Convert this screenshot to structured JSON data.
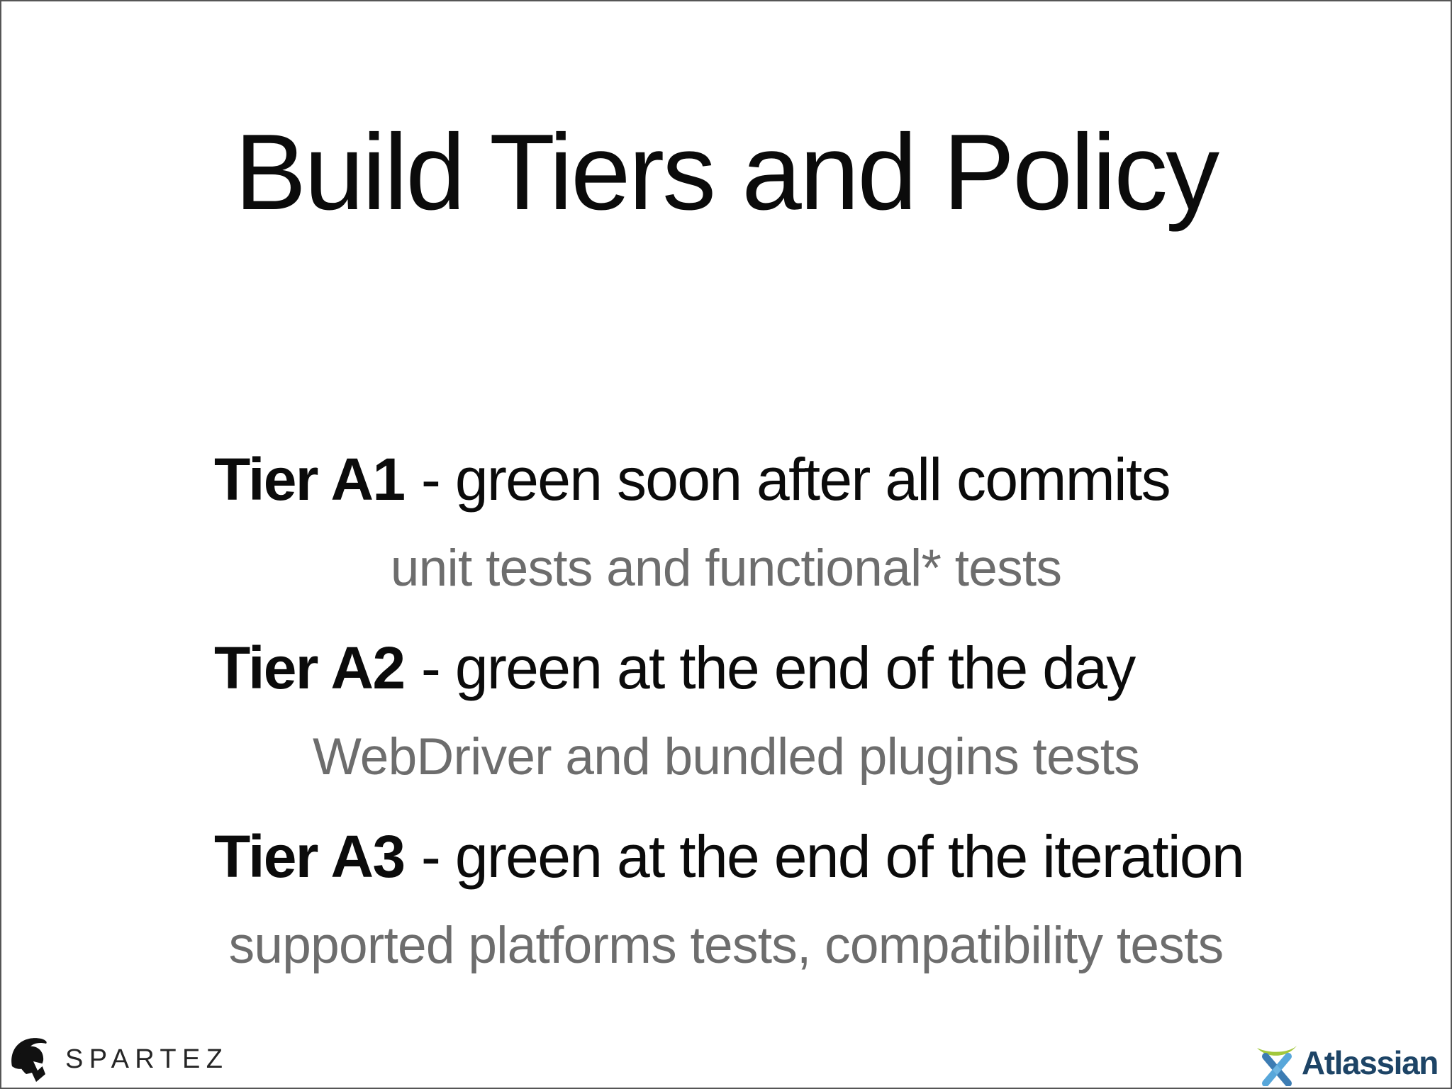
{
  "slide": {
    "title": "Build Tiers and Policy",
    "tiers": [
      {
        "name": "Tier A1",
        "policy": "- green soon after all commits",
        "detail": "unit tests and functional* tests"
      },
      {
        "name": "Tier A2",
        "policy": "- green at the end of the day",
        "detail": "WebDriver and bundled plugins tests"
      },
      {
        "name": "Tier A3",
        "policy": "- green at the end of the iteration",
        "detail": "supported platforms tests, compatibility tests"
      }
    ]
  },
  "footer": {
    "spartez": {
      "label": "SPARTEZ",
      "icon": "spartan-helmet-icon"
    },
    "atlassian": {
      "label": "Atlassian",
      "icon": "atlassian-x-icon"
    }
  },
  "colors": {
    "title_text": "#0b0b0b",
    "detail_gray": "#6d6d6d",
    "spartez_dark": "#262626",
    "atlassian_navy": "#1d4466",
    "atlassian_light_blue": "#58a7da",
    "atlassian_mid_blue": "#3c7cb3",
    "atlassian_green": "#a2c73c",
    "slide_border": "#565656"
  }
}
